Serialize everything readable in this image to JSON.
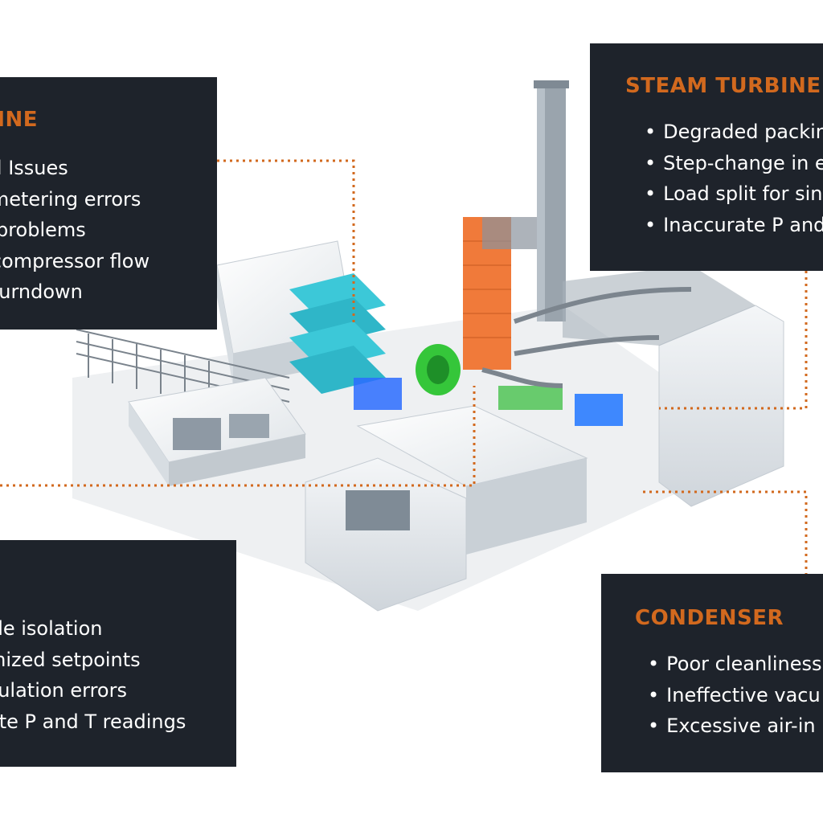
{
  "panels": {
    "gas_turbine": {
      "title": "BINE",
      "items": [
        "nal Issues",
        "v metering errors",
        "ol problems",
        "d compressor flow",
        "n turndown"
      ]
    },
    "steam_turbine": {
      "title": "STEAM TURBINE",
      "items": [
        "Degraded packin",
        "Step-change in e",
        "Load split for sin",
        "Inaccurate P and"
      ]
    },
    "hrsg": {
      "items": [
        "cle isolation",
        "mized setpoints",
        "culation errors",
        "ate P and T readings"
      ]
    },
    "condenser": {
      "title": "CONDENSER",
      "items": [
        "Poor cleanliness",
        "Ineffective vacu",
        "Excessive air-in"
      ]
    }
  },
  "colors": {
    "panel_bg": "#1e232b",
    "accent_orange": "#d2691e",
    "text_white": "#ffffff",
    "gas_turbine_cyan": "#3cc8d8",
    "hrsg_orange": "#f07a3a",
    "generator_green": "#35c63a",
    "steam_turbine_blue": "#2a7cff"
  }
}
